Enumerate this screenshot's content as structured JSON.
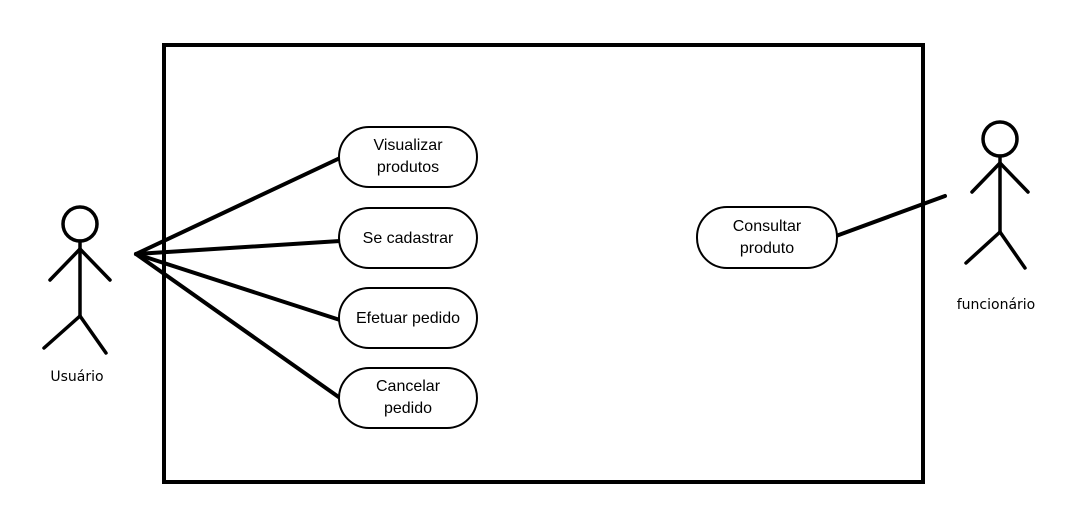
{
  "diagram": {
    "actors": [
      {
        "id": "usuario",
        "label": "Usuário"
      },
      {
        "id": "funcionario",
        "label": "funcionário"
      }
    ],
    "use_cases": [
      {
        "id": "visualizar-produtos",
        "lines": [
          "Visualizar",
          "produtos"
        ]
      },
      {
        "id": "se-cadastrar",
        "lines": [
          "Se cadastrar"
        ]
      },
      {
        "id": "efetuar-pedido",
        "lines": [
          "Efetuar pedido"
        ]
      },
      {
        "id": "cancelar-pedido",
        "lines": [
          "Cancelar",
          "pedido"
        ]
      },
      {
        "id": "consultar-produto",
        "lines": [
          "Consultar",
          "produto"
        ]
      }
    ],
    "associations": [
      {
        "actor": "usuario",
        "use_case": "visualizar-produtos"
      },
      {
        "actor": "usuario",
        "use_case": "se-cadastrar"
      },
      {
        "actor": "usuario",
        "use_case": "efetuar-pedido"
      },
      {
        "actor": "usuario",
        "use_case": "cancelar-pedido"
      },
      {
        "actor": "funcionario",
        "use_case": "consultar-produto"
      }
    ],
    "colors": {
      "stroke": "#000000",
      "background": "#ffffff"
    }
  }
}
